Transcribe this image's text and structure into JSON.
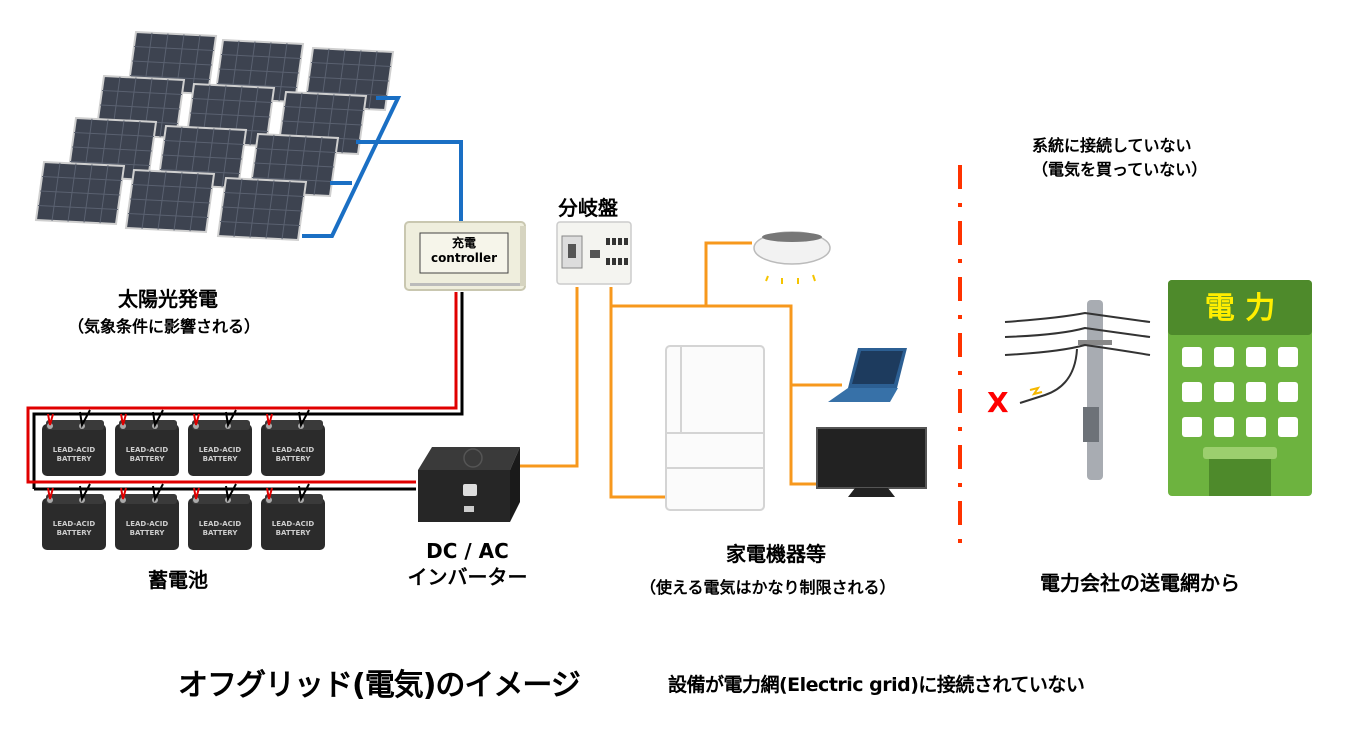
{
  "title": "オフグリッド(電気)のイメージ",
  "subtitle": "設備が電力網(Electric grid)に接続されていない",
  "components": {
    "solar": {
      "label": "太陽光発電",
      "note": "（気象条件に影響される）"
    },
    "controller": {
      "line1": "充電",
      "line2": "controller"
    },
    "breaker": {
      "label": "分岐盤"
    },
    "battery": {
      "label": "蓄電池",
      "unit_text_1": "LEAD-ACID",
      "unit_text_2": "BATTERY",
      "count": 8
    },
    "inverter": {
      "line1": "DC / AC",
      "line2": "インバーター"
    },
    "appliances": {
      "label": "家電機器等",
      "note": "（使える電気はかなり制限される）"
    },
    "grid": {
      "note_line1": "系統に接続していない",
      "note_line2": "（電気を買っていない）",
      "label": "電力会社の送電網から",
      "building_sign": "電 力",
      "disconnect_mark": "X"
    }
  },
  "colors": {
    "solar_wire": "#1a6fc4",
    "dc_positive": "#e00000",
    "dc_negative": "#000000",
    "ac_wire": "#f7981d",
    "boundary": "#ff3300",
    "building": "#6db33f",
    "building_top": "#4e8a2b",
    "sign_text": "#ffee00"
  }
}
